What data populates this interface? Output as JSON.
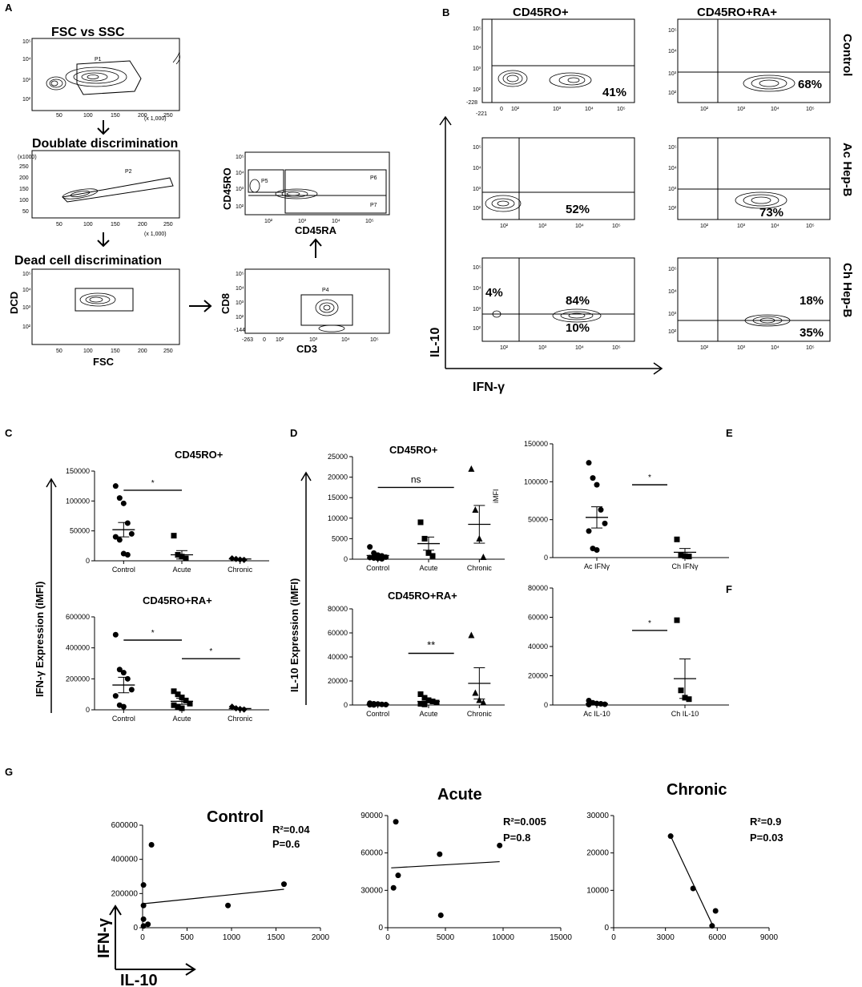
{
  "panels": {
    "A": "A",
    "B": "B",
    "C": "C",
    "D": "D",
    "E": "E",
    "F": "F",
    "G": "G"
  },
  "panel_a": {
    "fsc_title": "FSC vs SSC",
    "doublet_title": "Doublate discrimination",
    "dead_title": "Dead cell  discrimination",
    "dcd_label": "DCD",
    "fsc_label": "FSC",
    "cd8_label": "CD8",
    "cd3_label": "CD3",
    "cd45ro_label": "CD45RO",
    "cd45ra_label": "CD45RA",
    "gates": {
      "p1": "P1",
      "p2": "P2",
      "p4": "P4",
      "p5": "P5",
      "p6": "P6",
      "p7": "P7"
    },
    "scale_note": "(x 1,000)",
    "lin_ticks": [
      "50",
      "100",
      "150",
      "200",
      "250"
    ],
    "ylin_ticks": [
      "50",
      "100",
      "150",
      "200",
      "250"
    ],
    "yk_ticks": [
      "(x1000)",
      "250",
      "200",
      "150",
      "100",
      "50"
    ],
    "log_ticks": [
      "10²",
      "10³",
      "10⁴",
      "10⁵"
    ],
    "cd3_ticks": [
      "-263",
      "0",
      "10²",
      "10³",
      "10⁴",
      "10⁵"
    ],
    "cd8_low": "-144"
  },
  "panel_b": {
    "col1": "CD45RO+",
    "col2": "CD45RO+RA+",
    "row1": "Control",
    "row2": "Ac Hep-B",
    "row3": "Ch Hep-B",
    "ylabel": "IL-10",
    "xlabel": "IFN-γ",
    "pct": {
      "r1c1": "41%",
      "r1c2": "68%",
      "r2c1": "52%",
      "r2c2": "73%",
      "r3c1a": "4%",
      "r3c1b": "84%",
      "r3c1c": "10%",
      "r3c2a": "18%",
      "r3c2b": "35%"
    },
    "log_ticks": [
      "10²",
      "10³",
      "10⁴",
      "10⁵"
    ],
    "r1c1_xlow": [
      "-221",
      "0"
    ],
    "r1c1_ylow": "-228"
  },
  "panel_c": {
    "ylabel": "IFN-γ Expression  (iMFI)",
    "top_title": "CD45RO+",
    "bot_title": "CD45RO+RA+",
    "categories": [
      "Control",
      "Acute",
      "Chronic"
    ],
    "top_ticks": [
      "0",
      "50000",
      "100000",
      "150000"
    ],
    "bot_ticks": [
      "0",
      "200000",
      "400000",
      "600000"
    ],
    "sig": "*"
  },
  "panel_d": {
    "ylabel": "IL-10 Expression  (iMFI)",
    "top_title": "CD45RO+",
    "bot_title": "CD45RO+RA+",
    "categories": [
      "Control",
      "Acute",
      "Chronic"
    ],
    "top_ticks": [
      "0",
      "5000",
      "10000",
      "15000",
      "20000",
      "25000"
    ],
    "bot_ticks": [
      "0",
      "20000",
      "40000",
      "60000",
      "80000"
    ],
    "ns": "ns",
    "sig2": "**"
  },
  "panel_e": {
    "ylabel": "iMFI",
    "categories": [
      "Ac IFNγ",
      "Ch IFNγ"
    ],
    "ticks": [
      "0",
      "50000",
      "100000",
      "150000"
    ],
    "sig": "*"
  },
  "panel_f": {
    "categories": [
      "Ac IL-10",
      "Ch IL-10"
    ],
    "ticks": [
      "0",
      "20000",
      "40000",
      "60000",
      "80000"
    ],
    "sig": "*"
  },
  "panel_g": {
    "control": {
      "title": "Control",
      "r2": "R²=0.04",
      "p": "P=0.6",
      "xticks": [
        "0",
        "500",
        "1000",
        "1500",
        "2000"
      ],
      "yticks": [
        "0",
        "200000",
        "400000",
        "600000"
      ]
    },
    "acute": {
      "title": "Acute",
      "r2": "R²=0.005",
      "p": "P=0.8",
      "xticks": [
        "0",
        "5000",
        "10000",
        "15000"
      ],
      "yticks": [
        "0",
        "30000",
        "60000",
        "90000"
      ]
    },
    "chronic": {
      "title": "Chronic",
      "r2": "R²=0.9",
      "p": "P=0.03",
      "xticks": [
        "0",
        "3000",
        "6000",
        "9000"
      ],
      "yticks": [
        "0",
        "10000",
        "20000",
        "30000"
      ]
    },
    "ylabel": "IFN-γ",
    "xlabel": "IL-10"
  },
  "chart_data": [
    {
      "type": "scatter",
      "panel": "C-top",
      "title": "CD45RO+",
      "categories": [
        "Control",
        "Acute",
        "Chronic"
      ],
      "ylim": [
        0,
        150000
      ],
      "series": [
        {
          "values": [
            [
              125000,
              105000,
              96000,
              63000,
              45000,
              40000,
              35000,
              12000,
              10000
            ],
            [
              42000,
              10000,
              7000,
              4000
            ],
            [
              4000,
              3000,
              2000,
              1500
            ]
          ]
        }
      ],
      "mean": [
        52000,
        10000,
        3000
      ],
      "sem": [
        12000,
        7000,
        1000
      ]
    },
    {
      "type": "scatter",
      "panel": "C-bottom",
      "title": "CD45RO+RA+",
      "categories": [
        "Control",
        "Acute",
        "Chronic"
      ],
      "ylim": [
        0,
        600000
      ],
      "series": [
        {
          "values": [
            [
              485000,
              260000,
              240000,
              200000,
              130000,
              90000,
              30000,
              20000
            ],
            [
              120000,
              100000,
              80000,
              60000,
              40000,
              30000,
              20000,
              10000
            ],
            [
              20000,
              10000,
              5000,
              2000
            ]
          ]
        }
      ],
      "mean": [
        160000,
        55000,
        8000
      ],
      "sem": [
        50000,
        20000,
        4000
      ]
    },
    {
      "type": "scatter",
      "panel": "D-top",
      "title": "CD45RO+",
      "categories": [
        "Control",
        "Acute",
        "Chronic"
      ],
      "ylim": [
        0,
        25000
      ],
      "series": [
        {
          "values": [
            [
              3000,
              1500,
              1000,
              800,
              500,
              400,
              300,
              200,
              100
            ],
            [
              9000,
              5000,
              1500,
              800
            ],
            [
              22000,
              12000,
              5000,
              500
            ]
          ]
        }
      ],
      "mean": [
        900,
        3800,
        8500
      ],
      "sem": [
        350,
        1600,
        4600
      ]
    },
    {
      "type": "scatter",
      "panel": "D-bottom",
      "title": "CD45RO+RA+",
      "categories": [
        "Control",
        "Acute",
        "Chronic"
      ],
      "ylim": [
        0,
        80000
      ],
      "series": [
        {
          "values": [
            [
              1500,
              1000,
              800,
              500,
              300,
              200,
              100
            ],
            [
              9000,
              6000,
              4000,
              3000,
              2000,
              1000,
              500
            ],
            [
              58000,
              10000,
              4000,
              2000
            ]
          ]
        }
      ],
      "mean": [
        700,
        3000,
        18000
      ],
      "sem": [
        300,
        1200,
        13000
      ]
    },
    {
      "type": "scatter",
      "panel": "E",
      "ylabel": "iMFI",
      "categories": [
        "Ac IFNγ",
        "Ch IFNγ"
      ],
      "ylim": [
        0,
        150000
      ],
      "series": [
        {
          "values": [
            [
              125000,
              105000,
              96000,
              63000,
              45000,
              35000,
              12000,
              10000
            ],
            [
              24000,
              3000,
              2000,
              1500
            ]
          ]
        }
      ],
      "mean": [
        53000,
        7000
      ],
      "sem": [
        14000,
        5000
      ]
    },
    {
      "type": "scatter",
      "panel": "F",
      "categories": [
        "Ac IL-10",
        "Ch IL-10"
      ],
      "ylim": [
        0,
        80000
      ],
      "series": [
        {
          "values": [
            [
              3000,
              1500,
              1000,
              800,
              500,
              300
            ],
            [
              58000,
              10000,
              5000,
              4000
            ]
          ]
        }
      ],
      "mean": [
        900,
        18000
      ],
      "sem": [
        400,
        13500
      ]
    },
    {
      "type": "scatter",
      "panel": "G-Control",
      "title": "Control",
      "xlim": [
        0,
        2000
      ],
      "ylim": [
        0,
        600000
      ],
      "points": [
        [
          10,
          10000
        ],
        [
          10,
          50000
        ],
        [
          10,
          130000
        ],
        [
          10,
          250000
        ],
        [
          60,
          20000
        ],
        [
          100,
          485000
        ],
        [
          960,
          130000
        ],
        [
          1590,
          255000
        ]
      ],
      "fit": [
        [
          0,
          140000
        ],
        [
          1590,
          225000
        ]
      ]
    },
    {
      "type": "scatter",
      "panel": "G-Acute",
      "title": "Acute",
      "xlim": [
        0,
        15000
      ],
      "ylim": [
        0,
        90000
      ],
      "points": [
        [
          500,
          32000
        ],
        [
          700,
          85000
        ],
        [
          900,
          42000
        ],
        [
          4500,
          59000
        ],
        [
          4600,
          10000
        ],
        [
          9700,
          66000
        ]
      ],
      "fit": [
        [
          300,
          48000
        ],
        [
          9700,
          53000
        ]
      ]
    },
    {
      "type": "scatter",
      "panel": "G-Chronic",
      "title": "Chronic",
      "xlim": [
        0,
        9000
      ],
      "ylim": [
        0,
        30000
      ],
      "points": [
        [
          3300,
          24500
        ],
        [
          4600,
          10500
        ],
        [
          5900,
          4500
        ],
        [
          5700,
          500
        ]
      ],
      "fit": [
        [
          3300,
          24500
        ],
        [
          5800,
          0
        ]
      ]
    }
  ]
}
